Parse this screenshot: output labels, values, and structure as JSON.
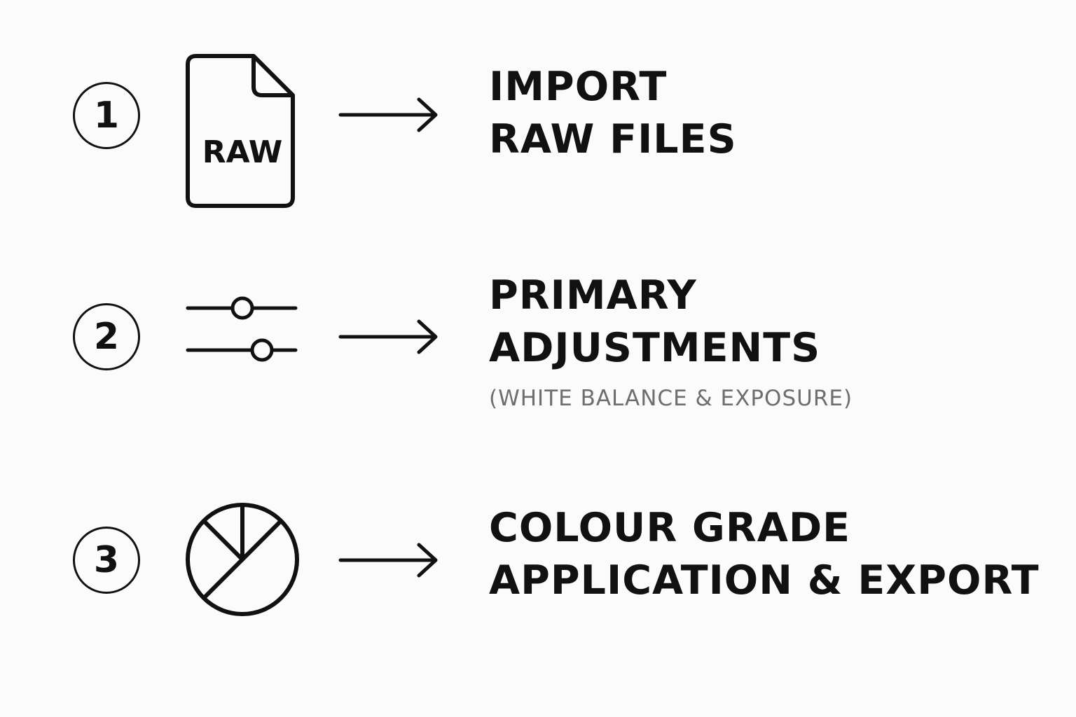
{
  "steps": [
    {
      "number": "1",
      "icon": "raw-file-icon",
      "icon_text": "RAW",
      "title_line1": "IMPORT",
      "title_line2": "RAW FILES"
    },
    {
      "number": "2",
      "icon": "sliders-icon",
      "title_line1": "PRIMARY",
      "title_line2": "ADJUSTMENTS",
      "subtitle": "(WHITE BALANCE & EXPOSURE)"
    },
    {
      "number": "3",
      "icon": "colour-wheel-icon",
      "title_line1": "COLOUR GRADE",
      "title_line2": "APPLICATION & EXPORT"
    }
  ],
  "colors": {
    "ink": "#111111",
    "subtitle": "#6e6e6e",
    "background": "#fbfbfb"
  }
}
